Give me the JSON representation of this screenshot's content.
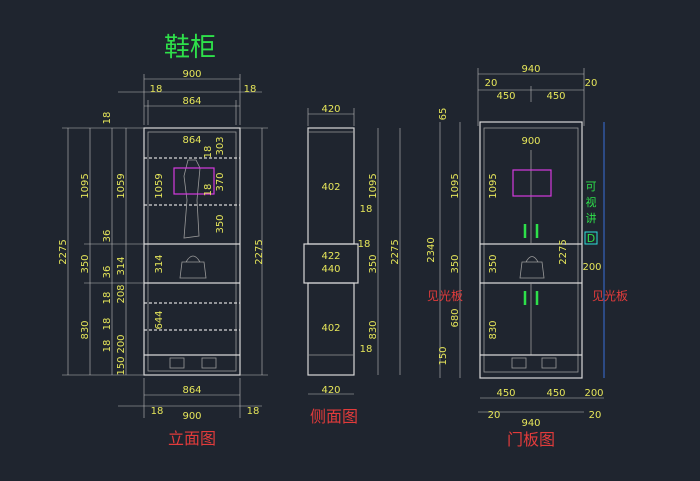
{
  "title": "鞋柜",
  "views": {
    "front": {
      "label": "立面图",
      "dims": {
        "top_width": "900",
        "top_left_18": "18",
        "top_right_18": "18",
        "inner_width_top": "864",
        "inner_label": "864",
        "bottom_inner": "864",
        "bottom_width": "900",
        "bottom_left_18": "18",
        "bottom_right_18": "18",
        "h_total": "2275",
        "h_upper": "1095",
        "h_mid": "350",
        "h_lower": "830",
        "h_top_18": "18",
        "h_1059": "1059",
        "h_36a": "36",
        "h_314a": "314",
        "h_36b": "36",
        "h_18c": "18",
        "h_208": "208",
        "h_18d": "18",
        "h_644": "644",
        "h_18e": "18",
        "h_200": "200",
        "h_150": "150",
        "in_303": "303",
        "in_18a": "18",
        "in_370": "370",
        "in_18b": "18",
        "in_350": "350",
        "in_1059": "1059",
        "in_314": "314",
        "in_644": "644",
        "right_2275": "2275"
      }
    },
    "side": {
      "label": "侧面图",
      "dims": {
        "top_width": "420",
        "d402a": "402",
        "d18a": "18",
        "d18b": "18",
        "d422": "422",
        "d440": "440",
        "d402b": "402",
        "d18c": "18",
        "bottom_width": "420",
        "h1095": "1095",
        "h350": "350",
        "h830": "830",
        "h2275": "2275"
      }
    },
    "door": {
      "label": "门板图",
      "dims": {
        "top_940": "940",
        "top_20l": "20",
        "top_20r": "20",
        "top_450l": "450",
        "top_450r": "450",
        "inner_900": "900",
        "h65": "65",
        "h2340": "2340",
        "h1095": "1095",
        "h350": "350",
        "h830": "830",
        "h2275": "2275",
        "h680": "680",
        "h150": "150",
        "bottom_450l": "450",
        "bottom_450r": "450",
        "bottom_200": "200",
        "bottom_940": "940",
        "bottom_20l": "20",
        "bottom_20r": "20",
        "side_200": "200"
      },
      "label_left": "见光板",
      "label_right": "见光板",
      "vertical_note": [
        "可",
        "视",
        "讲",
        "D"
      ]
    }
  }
}
